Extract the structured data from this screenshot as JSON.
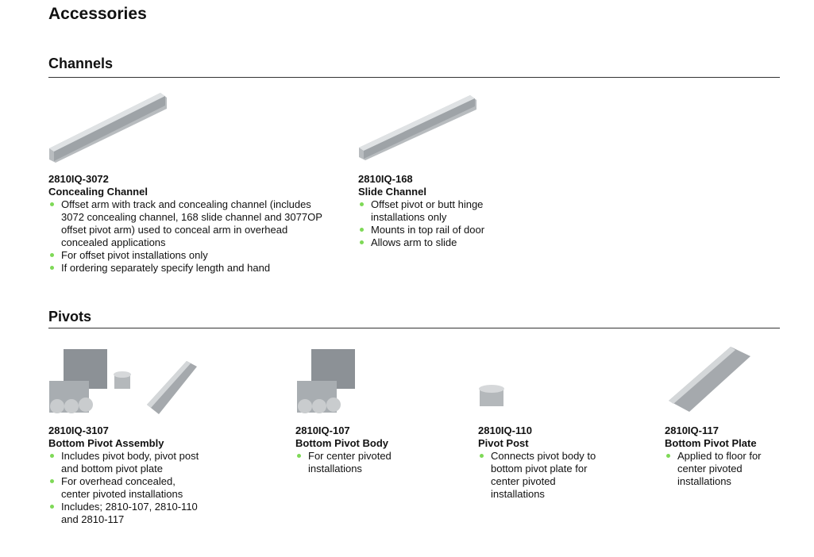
{
  "title": "Accessories",
  "accent_bullet": "#7ed957",
  "channels": {
    "heading": "Channels",
    "items": [
      {
        "code": "2810IQ-3072",
        "name": "Concealing Channel",
        "bullets": [
          "Offset arm with track and concealing channel (includes 3072 concealing channel, 168 slide channel and 3077OP offset pivot arm) used to conceal arm in overhead concealed applications",
          "For offset pivot installations only",
          "If ordering separately specify length and hand"
        ]
      },
      {
        "code": "2810IQ-168",
        "name": "Slide Channel",
        "bullets": [
          "Offset pivot or butt hinge installations only",
          "Mounts in top rail of door",
          "Allows arm to slide"
        ]
      }
    ]
  },
  "pivots": {
    "heading": "Pivots",
    "items": [
      {
        "code": "2810IQ-3107",
        "name": "Bottom Pivot Assembly",
        "bullets": [
          "Includes pivot body, pivot post and bottom pivot plate",
          "For overhead concealed, center pivoted installations",
          "Includes; 2810-107, 2810-110 and 2810-117"
        ]
      },
      {
        "code": "2810IQ-107",
        "name": "Bottom Pivot Body",
        "bullets": [
          "For center pivoted installations"
        ]
      },
      {
        "code": "2810IQ-110",
        "name": "Pivot Post",
        "bullets": [
          "Connects pivot body to bottom pivot plate for center pivoted installations"
        ]
      },
      {
        "code": "2810IQ-117",
        "name": "Bottom Pivot Plate",
        "bullets": [
          "Applied to floor for center pivoted installations"
        ]
      }
    ]
  }
}
